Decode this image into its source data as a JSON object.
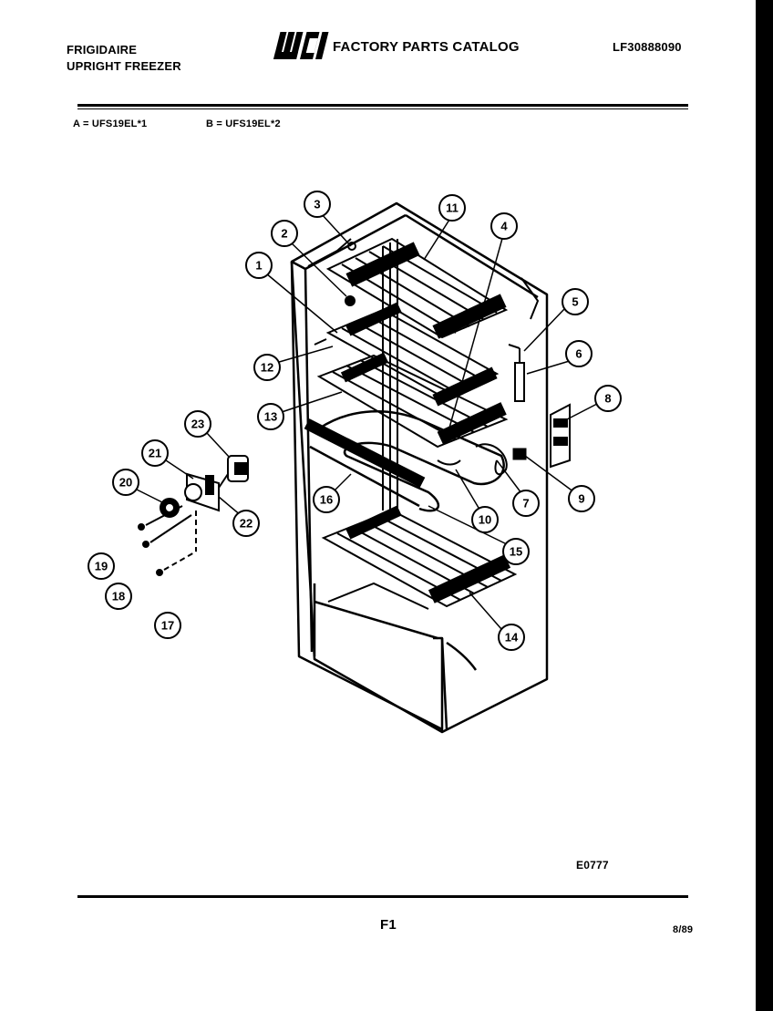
{
  "header": {
    "brand_line1": "FRIGIDAIRE",
    "brand_line2": "UPRIGHT FREEZER",
    "logo_text": "WCI",
    "catalog_title": "FACTORY PARTS CATALOG",
    "part_number": "LF30888090"
  },
  "models": {
    "a": "A = UFS19EL*1",
    "b": "B = UFS19EL*2"
  },
  "callouts": [
    "1",
    "2",
    "3",
    "4",
    "5",
    "6",
    "8",
    "9",
    "7",
    "10",
    "11",
    "12",
    "13",
    "14",
    "15",
    "16",
    "17",
    "18",
    "19",
    "20",
    "21",
    "22",
    "23"
  ],
  "footer": {
    "diagram_code": "E0777",
    "figure": "F1",
    "date": "8/89"
  }
}
